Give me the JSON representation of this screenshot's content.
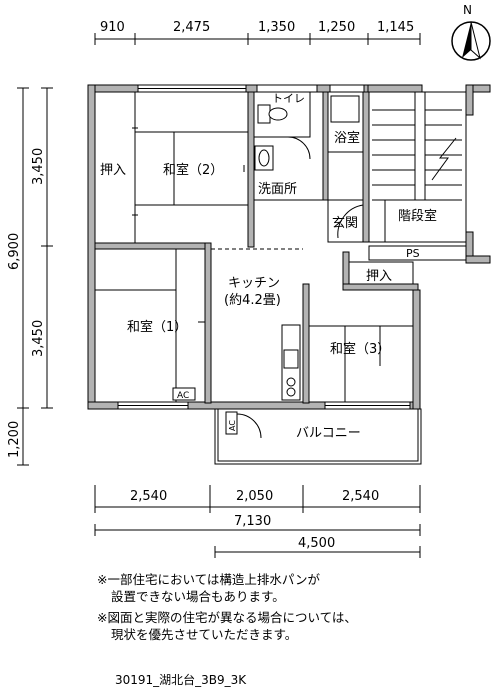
{
  "top_dimensions": [
    "910",
    "2,475",
    "1,350",
    "1,250",
    "1,145"
  ],
  "left_dimensions": [
    "3,450",
    "6,900",
    "3,450",
    "1,200"
  ],
  "bottom_dimensions": {
    "row1": [
      "2,540",
      "2,050",
      "2,540"
    ],
    "row2": "7,130",
    "row3": "4,500"
  },
  "rooms": {
    "oshiire_top": "押入",
    "washitsu_2": "和室（2）",
    "toilet": "トイレ",
    "bathroom": "浴室",
    "washroom": "洗面所",
    "entrance": "玄関",
    "stairwell": "階段室",
    "ps": "PS",
    "oshiire_mid": "押入",
    "kitchen": "キッチン",
    "kitchen_size": "(約4.2畳)",
    "washitsu_1": "和室（1）",
    "washitsu_3": "和室（3）",
    "balcony": "バルコニー",
    "ac_1": "AC",
    "ac_2": "AC"
  },
  "compass_label": "N",
  "notes": [
    "※一部住宅においては構造上排水パンが",
    "設置できない場合もあります。",
    "※図面と実際の住宅が異なる場合については、",
    "現状を優先させていただきます。"
  ],
  "caption": "30191_湖北台_3B9_3K",
  "colors": {
    "wall": "#b3b3b3",
    "line": "#000000"
  }
}
